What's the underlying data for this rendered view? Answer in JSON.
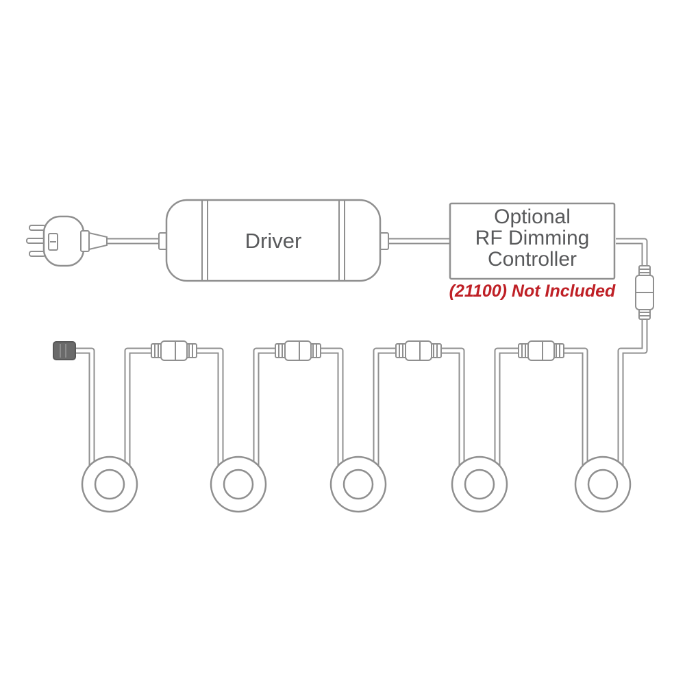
{
  "driver": {
    "label": "Driver"
  },
  "controller": {
    "line1": "Optional",
    "line2": "RF Dimming",
    "line3": "Controller",
    "note": "(21100) Not Included"
  },
  "colors": {
    "outline_gray": "#8f8f8f",
    "text_gray": "#58595b",
    "note_red": "#bf2026",
    "end_cap_gray": "#6a6a6a",
    "background": "#ffffff"
  },
  "components": {
    "puck_light_count": 5,
    "inline_connector_count": 4
  }
}
